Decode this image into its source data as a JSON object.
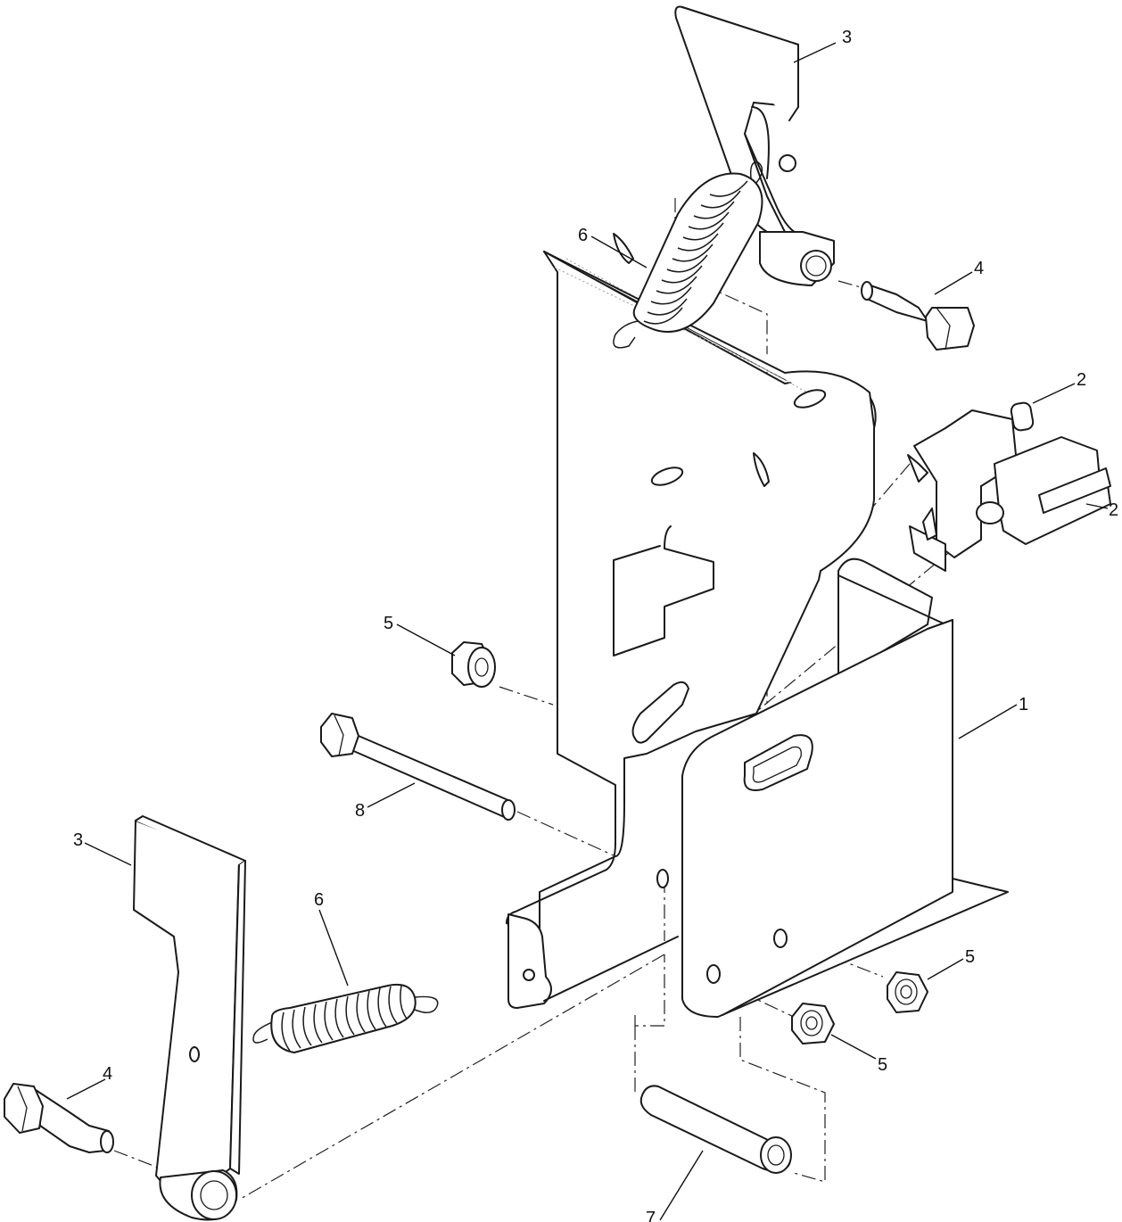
{
  "callouts": {
    "bracket": "1",
    "switch_upper": "2",
    "switch_lower": "2",
    "pedal_upper": "3",
    "pedal_lower": "3",
    "bolt_upper": "4",
    "bolt_lower": "4",
    "nut_left": "5",
    "nut_right": "5",
    "nut_bottom": "5",
    "spring_upper": "6",
    "spring_lower": "6",
    "spacer": "7",
    "long_bolt": "8"
  }
}
